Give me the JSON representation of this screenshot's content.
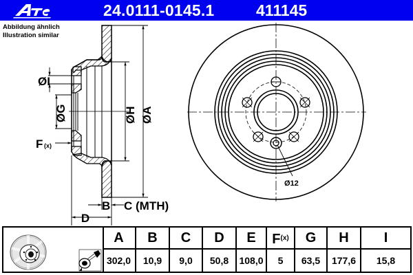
{
  "header": {
    "brand": "Ate",
    "part_number": "24.0111-0145.1",
    "reference_number": "411145",
    "bar_color": "#0000f0"
  },
  "note": {
    "line1": "Abbildung ähnlich",
    "line2": "Illustration similar"
  },
  "drawing": {
    "section_labels": {
      "I": "ØI",
      "G": "ØG",
      "H": "ØH",
      "A": "ØA",
      "F": "F",
      "F_sub": "(x)",
      "B": "B",
      "C": "C (MTH)",
      "D": "D"
    },
    "front_view": {
      "hole_label": "Ø12",
      "bolt_holes": 5
    }
  },
  "table": {
    "icons": [
      "brake-disc-icon",
      "spray-coating-icon"
    ],
    "columns": [
      {
        "key": "A",
        "label": "A",
        "sub": "",
        "value": "302,0"
      },
      {
        "key": "B",
        "label": "B",
        "sub": "",
        "value": "10,9"
      },
      {
        "key": "C",
        "label": "C",
        "sub": "",
        "value": "9,0"
      },
      {
        "key": "D",
        "label": "D",
        "sub": "",
        "value": "50,8"
      },
      {
        "key": "E",
        "label": "E",
        "sub": "",
        "value": "108,0"
      },
      {
        "key": "F",
        "label": "F",
        "sub": "(x)",
        "value": "5"
      },
      {
        "key": "G",
        "label": "G",
        "sub": "",
        "value": "63,5"
      },
      {
        "key": "H",
        "label": "H",
        "sub": "",
        "value": "177,6"
      },
      {
        "key": "I",
        "label": "I",
        "sub": "",
        "value": "15,8"
      }
    ]
  }
}
